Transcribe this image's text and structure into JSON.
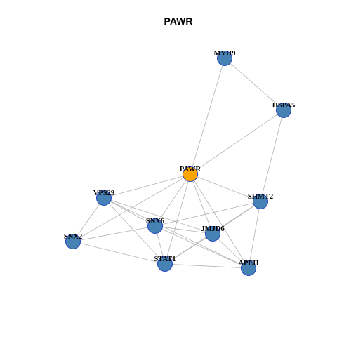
{
  "title": "PAWR",
  "colors": {
    "focus_node": "#FFA500",
    "node": "#4682B4",
    "node_border": "#1F3FBF",
    "edge": "#B3B3B3"
  },
  "nodes": [
    {
      "id": "MYH9",
      "label": "MYH9",
      "role": "neighbor"
    },
    {
      "id": "HSPA5",
      "label": "HSPA5",
      "role": "neighbor"
    },
    {
      "id": "PAWR",
      "label": "PAWR",
      "role": "focus"
    },
    {
      "id": "VPS29",
      "label": "VPS29",
      "role": "neighbor"
    },
    {
      "id": "SHMT2",
      "label": "SHMT2",
      "role": "neighbor"
    },
    {
      "id": "SNX6",
      "label": "SNX6",
      "role": "neighbor"
    },
    {
      "id": "JMJD6",
      "label": "JMJD6",
      "role": "neighbor"
    },
    {
      "id": "SNX2",
      "label": "SNX2",
      "role": "neighbor"
    },
    {
      "id": "STAT1",
      "label": "STAT1",
      "role": "neighbor"
    },
    {
      "id": "APEH",
      "label": "APEH",
      "role": "neighbor"
    }
  ],
  "edges": [
    [
      "MYH9",
      "HSPA5"
    ],
    [
      "MYH9",
      "PAWR"
    ],
    [
      "HSPA5",
      "PAWR"
    ],
    [
      "HSPA5",
      "SHMT2"
    ],
    [
      "PAWR",
      "VPS29"
    ],
    [
      "PAWR",
      "SHMT2"
    ],
    [
      "PAWR",
      "SNX6"
    ],
    [
      "PAWR",
      "JMJD6"
    ],
    [
      "PAWR",
      "STAT1"
    ],
    [
      "PAWR",
      "APEH"
    ],
    [
      "PAWR",
      "SNX2"
    ],
    [
      "VPS29",
      "SNX6"
    ],
    [
      "VPS29",
      "SNX2"
    ],
    [
      "VPS29",
      "STAT1"
    ],
    [
      "VPS29",
      "JMJD6"
    ],
    [
      "VPS29",
      "APEH"
    ],
    [
      "SHMT2",
      "SNX6"
    ],
    [
      "SHMT2",
      "JMJD6"
    ],
    [
      "SHMT2",
      "STAT1"
    ],
    [
      "SHMT2",
      "APEH"
    ],
    [
      "SNX6",
      "SNX2"
    ],
    [
      "SNX6",
      "STAT1"
    ],
    [
      "SNX6",
      "JMJD6"
    ],
    [
      "SNX6",
      "APEH"
    ],
    [
      "SNX2",
      "STAT1"
    ],
    [
      "STAT1",
      "JMJD6"
    ],
    [
      "STAT1",
      "APEH"
    ],
    [
      "JMJD6",
      "APEH"
    ]
  ]
}
